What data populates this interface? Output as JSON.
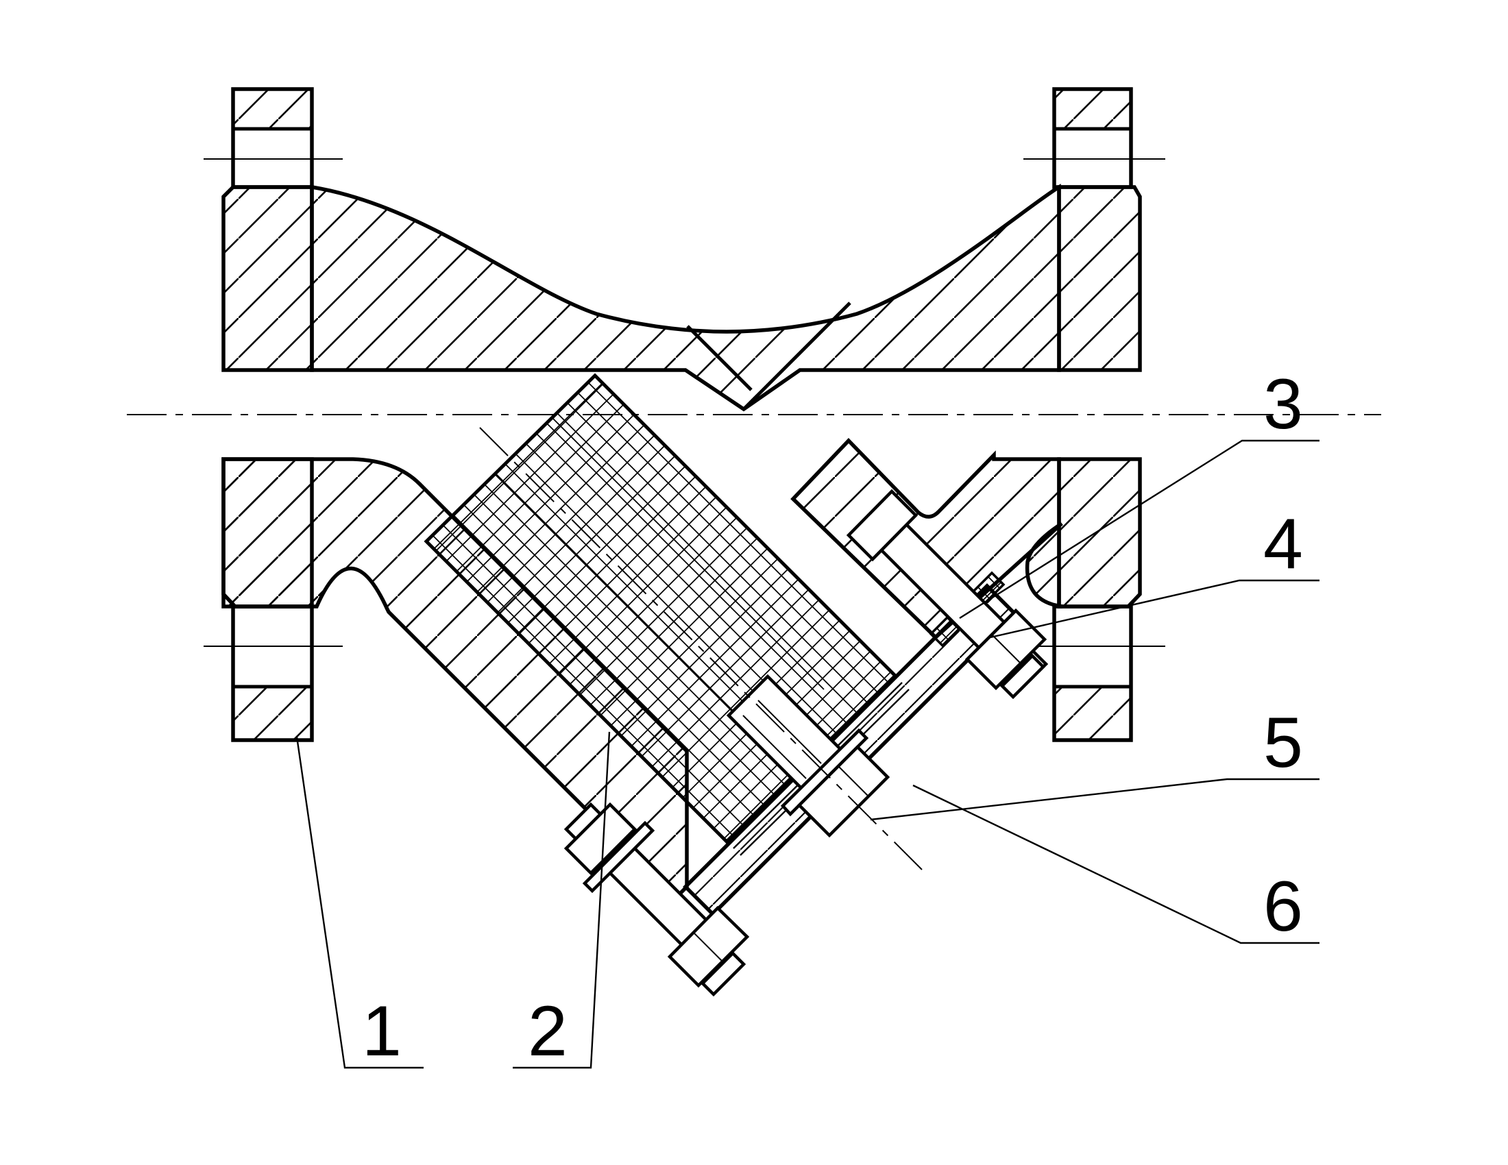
{
  "diagram": {
    "type": "technical-drawing",
    "subject": "y-strainer-cross-section",
    "ink": "#000000",
    "background": "#ffffff",
    "callouts": [
      {
        "label": "1"
      },
      {
        "label": "2"
      },
      {
        "label": "3"
      },
      {
        "label": "4"
      },
      {
        "label": "5"
      },
      {
        "label": "6"
      }
    ]
  }
}
